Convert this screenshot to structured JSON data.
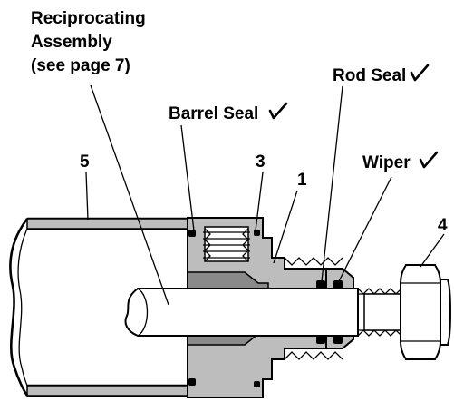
{
  "labels": {
    "reciprocating_line1": "Reciprocating",
    "reciprocating_line2": "Assembly",
    "reciprocating_line3": "(see page 7)",
    "barrel_seal": "Barrel Seal",
    "rod_seal": "Rod Seal",
    "wiper": "Wiper",
    "callout_5": "5",
    "callout_3": "3",
    "callout_1": "1",
    "callout_4": "4"
  },
  "icons": {
    "checkmark": "checkmark-icon"
  },
  "colors": {
    "line": "#000000",
    "housing_fill": "#bdbdbd",
    "dark_fill": "#8a8a8a",
    "background": "#ffffff"
  }
}
